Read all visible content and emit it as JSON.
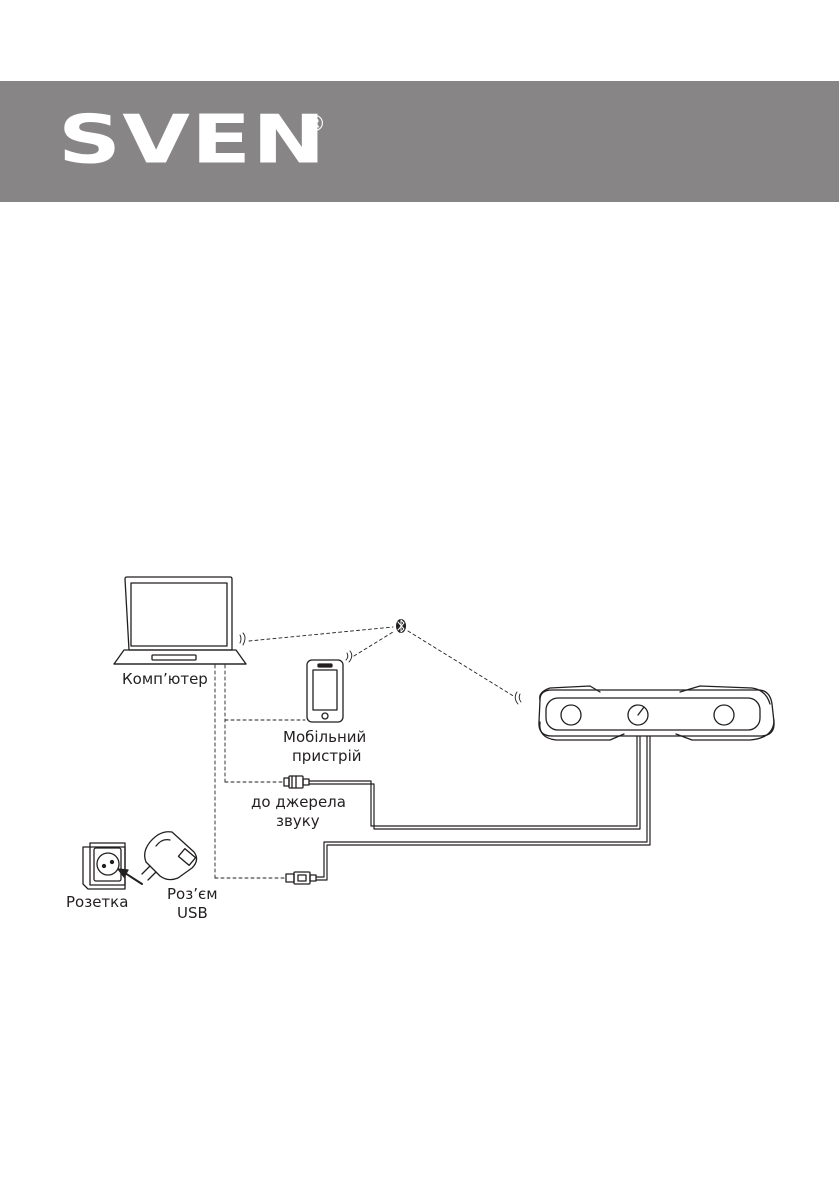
{
  "header": {
    "brand": "SVEN",
    "registered_mark": "®",
    "band_color": "#878586"
  },
  "diagram": {
    "labels": {
      "computer": "Комп’ютер",
      "mobile_line1": "Мобільний",
      "mobile_line2": "пристрій",
      "audio_line1": "до джерела",
      "audio_line2": "звуку",
      "socket": "Розетка",
      "usb_line1": "Роз’єм",
      "usb_line2": "USB"
    },
    "icons": {
      "bluetooth": "bluetooth-icon",
      "wireless": "wireless-signal-icon"
    }
  }
}
